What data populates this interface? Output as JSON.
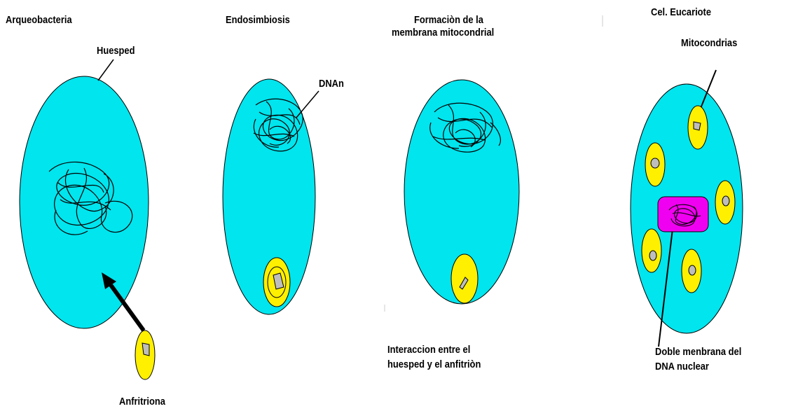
{
  "colors": {
    "cell": "#00E5EE",
    "organelle": "#FFF000",
    "inner": "#BDBDBD",
    "nucleus": "#F000F0",
    "outline": "#000000"
  },
  "stages": [
    {
      "title": "Arqueobacteria"
    },
    {
      "title": "Endosimbiosis"
    },
    {
      "title_line1": "Formaciòn de la",
      "title_line2": "membrana mitocondrial"
    },
    {
      "title": "Cel. Eucariote"
    }
  ],
  "labels": {
    "huesped": "Huesped",
    "anfitriona": "Anfritriona",
    "dnan": "DNAn",
    "mitocondrias": "Mitocondrias",
    "interaccion_line1": "Interaccion entre el",
    "interaccion_line2": "huesped y el anfitriòn",
    "doble_line1": "Doble menbrana del",
    "doble_line2": "DNA nuclear"
  }
}
